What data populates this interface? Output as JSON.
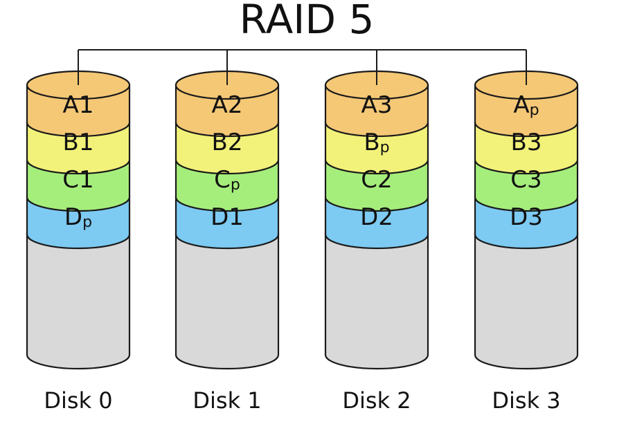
{
  "title": "RAID 5",
  "colors": {
    "A": "#f5c876",
    "B": "#f2f27a",
    "C": "#a6ee7c",
    "D": "#7dcaf2",
    "empty": "#d9d9d9",
    "outline": "#1a1a1a"
  },
  "disks": [
    {
      "label": "Disk 0",
      "blocks": [
        {
          "row": "A",
          "base": "A",
          "sub": "1"
        },
        {
          "row": "B",
          "base": "B",
          "sub": "1"
        },
        {
          "row": "C",
          "base": "C",
          "sub": "1"
        },
        {
          "row": "D",
          "base": "D",
          "sub": "p"
        }
      ]
    },
    {
      "label": "Disk 1",
      "blocks": [
        {
          "row": "A",
          "base": "A",
          "sub": "2"
        },
        {
          "row": "B",
          "base": "B",
          "sub": "2"
        },
        {
          "row": "C",
          "base": "C",
          "sub": "p"
        },
        {
          "row": "D",
          "base": "D",
          "sub": "1"
        }
      ]
    },
    {
      "label": "Disk 2",
      "blocks": [
        {
          "row": "A",
          "base": "A",
          "sub": "3"
        },
        {
          "row": "B",
          "base": "B",
          "sub": "p"
        },
        {
          "row": "C",
          "base": "C",
          "sub": "2"
        },
        {
          "row": "D",
          "base": "D",
          "sub": "2"
        }
      ]
    },
    {
      "label": "Disk 3",
      "blocks": [
        {
          "row": "A",
          "base": "A",
          "sub": "p"
        },
        {
          "row": "B",
          "base": "B",
          "sub": "3"
        },
        {
          "row": "C",
          "base": "C",
          "sub": "3"
        },
        {
          "row": "D",
          "base": "D",
          "sub": "3"
        }
      ]
    }
  ]
}
